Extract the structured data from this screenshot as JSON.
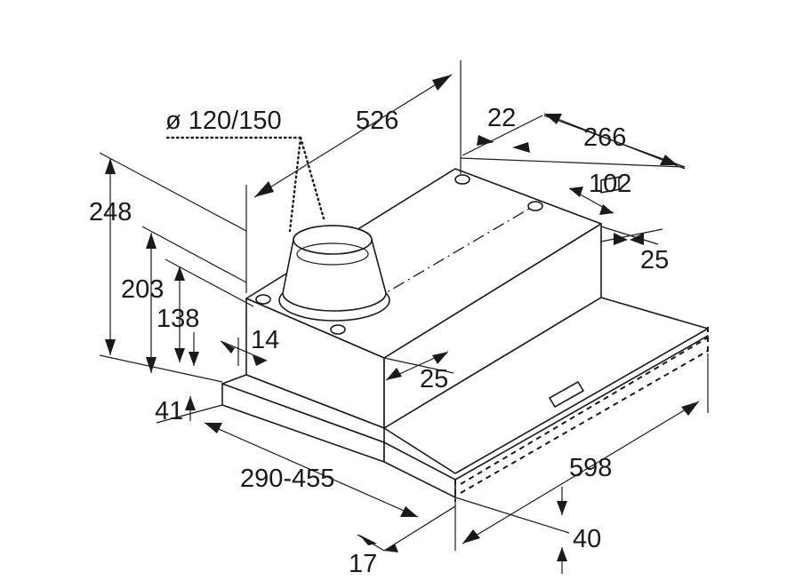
{
  "diagram": {
    "labels": {
      "duct": "ø 120/150",
      "depth": "526",
      "rear_offset": "22",
      "mount_width": "266",
      "mount_gap": "102",
      "rear_edge": "25",
      "total_height": "248",
      "body_height": "203",
      "outlet_height": "138",
      "front_step": "14",
      "front_offset": "25",
      "visor_height": "41",
      "extension_range": "290-455",
      "width": "598",
      "visor_thickness": "40",
      "visor_lip": "17"
    },
    "colors": {
      "line": "#1a1a1a",
      "background": "#ffffff"
    }
  }
}
